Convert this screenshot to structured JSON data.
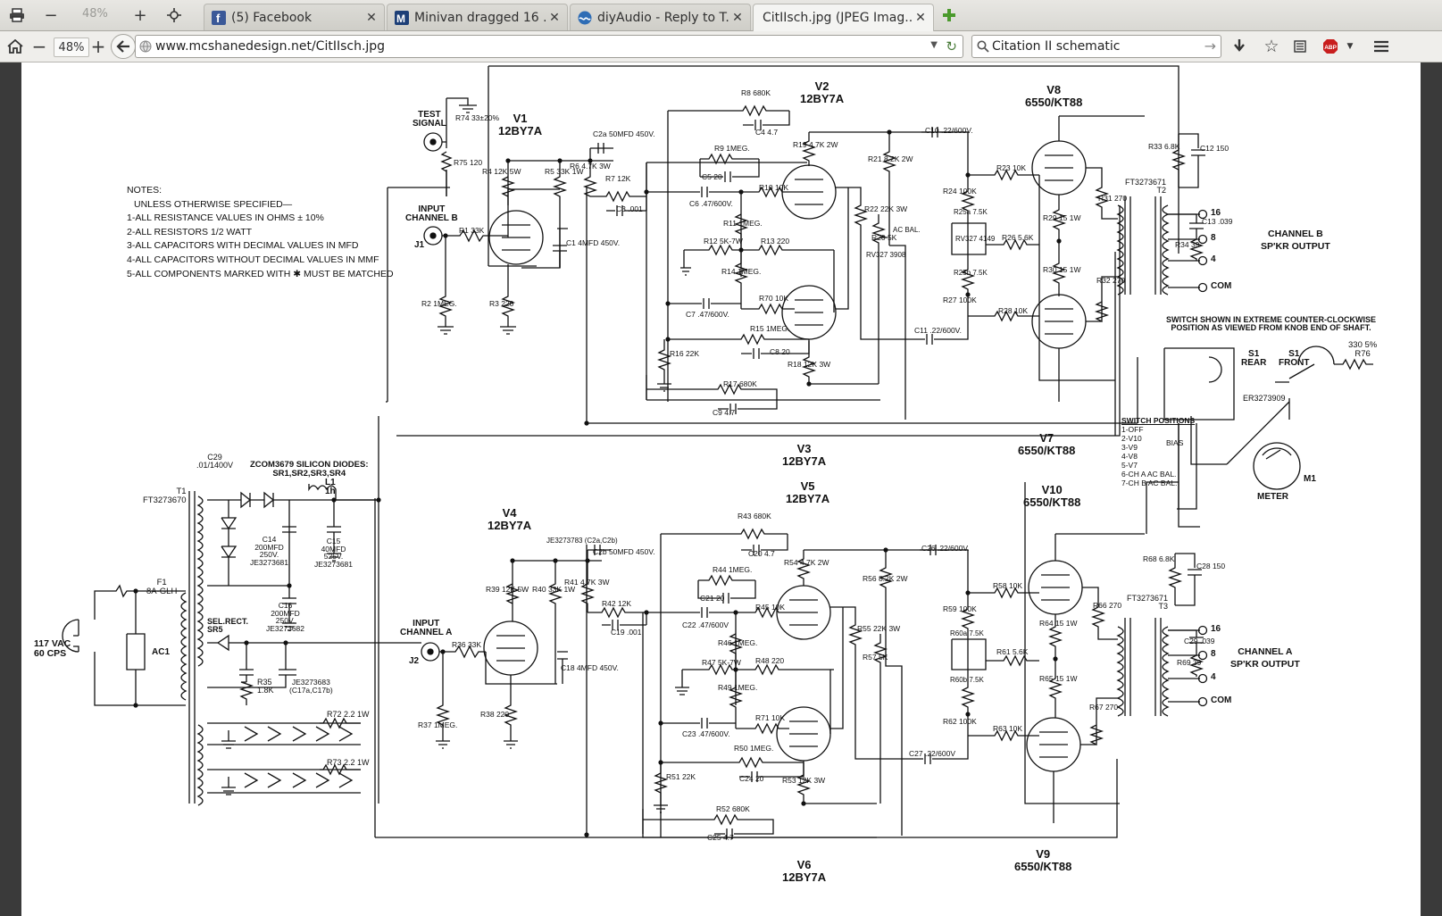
{
  "browser": {
    "tab_zoom_label": "48%",
    "tabs": [
      {
        "title": "(5) Facebook",
        "icon": "facebook-icon"
      },
      {
        "title": "Minivan dragged 16 ...",
        "icon": "minivan-site-icon"
      },
      {
        "title": "diyAudio - Reply to T...",
        "icon": "diyaudio-icon"
      },
      {
        "title": "CitIIsch.jpg (JPEG Imag...",
        "icon": "image-icon",
        "active": true
      }
    ],
    "zoom_value": "48%",
    "url": "www.mcshanedesign.net/CitIIsch.jpg",
    "search_query": "Citation II schematic"
  },
  "schematic": {
    "tubes": {
      "v1": [
        "V1",
        "12BY7A"
      ],
      "v2": [
        "V2",
        "12BY7A"
      ],
      "v3": [
        "V3",
        "12BY7A"
      ],
      "v4": [
        "V4",
        "12BY7A"
      ],
      "v5": [
        "V5",
        "12BY7A"
      ],
      "v6": [
        "V6",
        "12BY7A"
      ],
      "v7": [
        "V7",
        "6550/KT88"
      ],
      "v8": [
        "V8",
        "6550/KT88"
      ],
      "v9": [
        "V9",
        "6550/KT88"
      ],
      "v10": [
        "V10",
        "6550/KT88"
      ]
    },
    "notes": [
      "NOTES:",
      "UNLESS OTHERWISE SPECIFIED—",
      "1-ALL RESISTANCE VALUES IN OHMS ± 10%",
      "2-ALL RESISTORS 1/2 WATT",
      "3-ALL CAPACITORS WITH DECIMAL VALUES IN MFD",
      "4-ALL CAPACITORS WITHOUT DECIMAL VALUES IN MMF",
      "5-ALL COMPONENTS MARKED WITH ✱ MUST BE MATCHED"
    ],
    "inputs": {
      "test_signal": "TEST\nSIGNAL",
      "input_b": "INPUT\nCHANNEL B",
      "input_a": "INPUT\nCHANNEL A",
      "j1": "J1",
      "j2": "J2"
    },
    "outputs": {
      "channel_b": "CHANNEL B\nSP'KR OUTPUT",
      "channel_a": "CHANNEL A\nSP'KR OUTPUT",
      "taps": [
        "16",
        "8",
        "4",
        "COM"
      ],
      "t2": "FT3273671\nT2",
      "t3": "FT3273671\nT3"
    },
    "power": {
      "mains": "117 VAC\n60 CPS",
      "fuse": "F1\n8A-GLH",
      "ac1": "AC1",
      "t1": "T1\nFT3273670",
      "c29": "C29\n.01/1400V",
      "diodes": "ZCOM3679 SILICON DIODES:\nSR1,SR2,SR3,SR4",
      "l1": "L1\n1h",
      "c14": "C14\n200MFD\n250V.\nJE3273681",
      "c15": "C15\n40MFD\n525V.\nJE3273681",
      "c16": "C16\n200MFD\n250V.\nJE3273682",
      "sr5": "SEL.RECT.\nSR5",
      "c17": "JE3273683\n(C17a,C17b)",
      "r35": "R35\n1.8K",
      "r72": "R72 2.2 1W",
      "r73": "R73 2.2 1W"
    },
    "switch": {
      "note": "SWITCH SHOWN IN EXTREME COUNTER-CLOCKWISE\nPOSITION AS VIEWED FROM KNOB END OF SHAFT.",
      "rear": "S1\nREAR",
      "front": "S1\nFRONT",
      "part": "ER3273909",
      "r76": "330 5%\nR76",
      "positions": [
        "SWITCH POSITIONS",
        "1-OFF",
        "2-V10",
        "3-V9",
        "4-V8",
        "5-V7",
        "6-CH A AC BAL.",
        "7-CH B AC BAL."
      ],
      "bias": "BIAS",
      "meter": "METER",
      "m1": "M1"
    },
    "components": [
      "R74 33±20%",
      "R75 120",
      "R1 33K",
      "R2 1MEG.",
      "R3 220",
      "R4 12K 5W",
      "R5 33K 1W",
      "R6 4.7K 3W",
      "R7 12K",
      "C2a 50MFD 450V.",
      "C1 4MFD 450V.",
      "C3 .001",
      "R8 680K",
      "C4 4.7",
      "R9 1MEG.",
      "C5 20",
      "C6 .47/600V.",
      "R10 10K",
      "R11 1MEG.",
      "R12 5K-7W",
      "R13 220",
      "R14 1MEG.",
      "C7 .47/600V.",
      "R70 10K",
      "R15 1MEG.",
      "C8 20",
      "R16 22K",
      "R17 680K",
      "C9 4.7",
      "R18 12K 3W",
      "R19 4.7K 2W",
      "R21 8.2K 2W",
      "R22 22K 3W",
      "R20 5K",
      "RV327 3908",
      "AC BAL.",
      "C10 .22/600V.",
      "C11 .22/600V.",
      "R24 100K",
      "R25a 7.5K",
      "R25b 7.5K",
      "RV327 4149",
      "R27 100K",
      "R23 10K",
      "R26 5.6K",
      "R28 10K",
      "R29 15 1W",
      "R30 15 1W",
      "R31 270",
      "R32 270",
      "R33 6.8K",
      "C12 150",
      "C13 .039",
      "R34 39",
      "R36 33K",
      "R37 1MEG.",
      "R38 220",
      "R39 12K 5W",
      "R40 33K 1W",
      "R41 4.7K 3W",
      "R42 12K",
      "C19 .001",
      "JE3273783 (C2a,C2b)",
      "C2b 50MFD 450V.",
      "C18 4MFD 450V.",
      "R43 680K",
      "C20 4.7",
      "R44 1MEG.",
      "C21 20",
      "C22 .47/600V",
      "R45 10K",
      "R46 1MEG.",
      "R47 5K-7W",
      "R48 220",
      "R49 1MEG.",
      "C23 .47/600V.",
      "R71 10K",
      "R50 1MEG.",
      "C24 20",
      "R51 22K",
      "R52 680K",
      "C25 4.7",
      "R53 12K 3W",
      "R54 4.7K 2W",
      "R56 8.2K 2W",
      "R55 22K 3W",
      "R57 5K",
      "C26 .22/600V.",
      "C27 .22/600V",
      "R59 100K",
      "R60a 7.5K",
      "R60b 7.5K",
      "R62 100K",
      "R58 10K",
      "R61 5.6K",
      "R63 10K",
      "R64 15 1W",
      "R65 15 1W",
      "R66 270",
      "R67 270",
      "R68 6.8K",
      "C28 150",
      "C29 .039",
      "R69 39"
    ]
  }
}
